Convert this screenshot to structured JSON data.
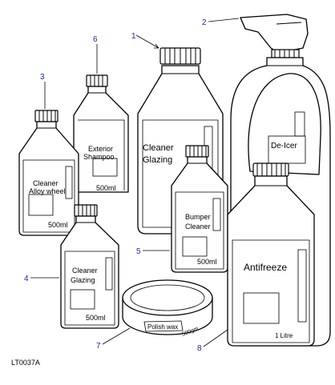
{
  "figure_ref": "LT0037A",
  "callouts": [
    "1",
    "2",
    "3",
    "4",
    "5",
    "6",
    "7",
    "8"
  ],
  "products": {
    "p1": {
      "name_line1": "Cleaner",
      "name_line2": "Glazing"
    },
    "p2": {
      "name": "De-Icer"
    },
    "p3": {
      "name_line1": "Cleaner",
      "name_line2": "Alloy wheel",
      "volume": "500ml"
    },
    "p4": {
      "name_line1": "Cleaner",
      "name_line2": "Glazing",
      "volume": "500ml"
    },
    "p5": {
      "name_line1": "Bumper",
      "name_line2": "Cleaner",
      "volume": "500ml"
    },
    "p6": {
      "name_line1": "Exterior",
      "name_line2": "Shampoo",
      "volume": "500ml"
    },
    "p7": {
      "name": "Polish wax",
      "volume": "500gm"
    },
    "p8": {
      "name": "Antifreeze",
      "volume": "1 Litre"
    }
  }
}
